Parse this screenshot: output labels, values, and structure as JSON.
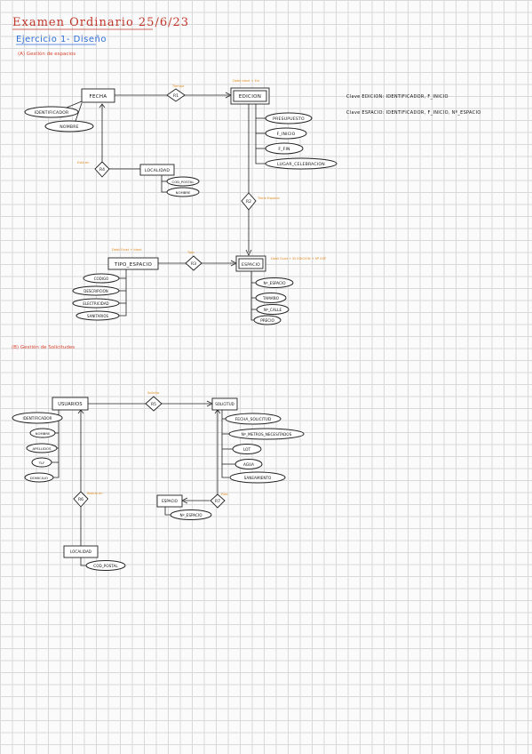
{
  "header": {
    "title": "Examen Ordinario 25/6/23",
    "subtitle": "Ejercicio 1- Diseño",
    "section_a": "(A) Gestión de espacios",
    "section_b": "(B) Gestión de Solicitudes"
  },
  "diagram_a": {
    "entities": {
      "fecha": "FECHA",
      "edicion": "EDICION",
      "localidad": "LOCALIDAD",
      "tipo_espacio": "TIPO_ESPACIO",
      "espacio": "ESPACIO"
    },
    "attributes": {
      "fecha_id": "IDENTIFICADOR",
      "fecha_nombre": "NOMBRE",
      "ed_presupuesto": "PRESUPUESTO",
      "ed_f_inicio": "F_INICIO",
      "ed_f_fin": "F_FIN",
      "ed_lugar": "LUGAR_CELEBRACION",
      "loc_cod_postal": "COD_POSTAL",
      "loc_nombre": "NOMBRE",
      "tipo_codigo": "CODIGO",
      "tipo_descripcion": "DESCRIPCION",
      "tipo_electricidad": "ELECTRICIDAD",
      "tipo_sanitarios": "SANITARIOS",
      "esp_n_espacio": "Nº_ESPACIO",
      "esp_tamano": "TAMAÑO",
      "esp_n_calle": "Nº_CALLE",
      "esp_precio": "PRECIO"
    },
    "relationships": {
      "r1": "R1",
      "r2": "R2",
      "r3": "R3",
      "r4": "R4"
    },
    "labels": {
      "r1_label": "Tiempo",
      "r4_label": "Está en",
      "edicion_label": "Debil Ident + Exi",
      "r2_label": "Tiene Espacio",
      "tipo_label": "Debil Exist + Ident",
      "r3_label": "Tipo",
      "espacio_label": "Debil Exist + ID EDICION + Nº ESP"
    },
    "keys": {
      "edicion": "Clave EDICION: IDENTIFICADOR, F_INICIO",
      "espacio": "Clave ESPACIO: IDENTIFICADOR, F_INICIO, Nº_ESPACIO"
    }
  },
  "diagram_b": {
    "entities": {
      "usuarios": "USUARIOS",
      "solicitud": "SOLICITUD",
      "espacio": "ESPACIO",
      "localidad": "LOCALIDAD"
    },
    "attributes": {
      "us_id": "IDENTIFICADOR",
      "us_nombre": "NOMBRE",
      "us_apellidos": "APELLIDOS",
      "us_tlf": "TLF",
      "us_domicilio": "DOMICILIO",
      "sol_fecha": "FECHA_SOLICITUD",
      "sol_metros": "Nº_METROS_NECESITADOS",
      "sol_lot": "LOT",
      "sol_agua": "AGUA",
      "sol_saneamiento": "SANEAMIENTO",
      "esp_n_espacio": "Nº_ESPACIO",
      "loc_cod_postal": "COD_POSTAL"
    },
    "relationships": {
      "r5": "R5",
      "r6": "R6",
      "r7": "R7"
    },
    "labels": {
      "r5_label": "Solicita",
      "r6_label": "Reside en",
      "r7_label": "Pide"
    }
  }
}
